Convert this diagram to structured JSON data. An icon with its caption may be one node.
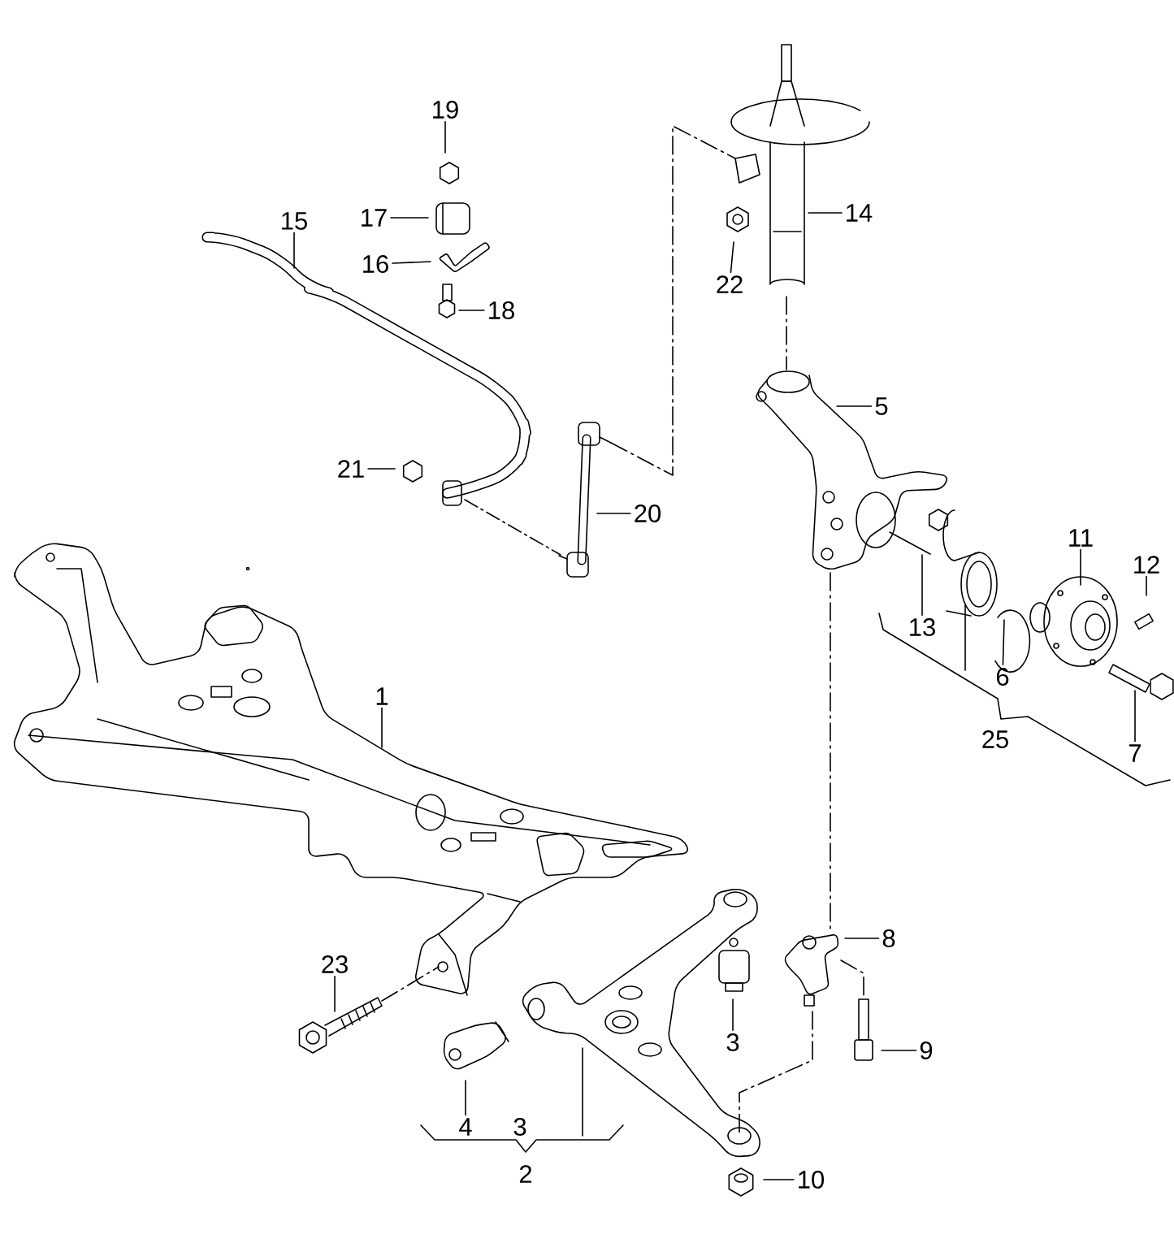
{
  "diagram": {
    "nodes": [
      {
        "text": [
          "19"
        ]
      },
      {
        "text": [
          "15"
        ]
      },
      {
        "text": [
          "17"
        ]
      },
      {
        "text": [
          "16"
        ]
      },
      {
        "text": [
          "18"
        ]
      },
      {
        "text": [
          "14"
        ]
      },
      {
        "text": [
          "22"
        ]
      },
      {
        "text": [
          "5"
        ]
      },
      {
        "text": [
          "21"
        ]
      },
      {
        "text": [
          "20"
        ]
      },
      {
        "text": [
          "11"
        ]
      },
      {
        "text": [
          "12"
        ]
      },
      {
        "text": [
          "13"
        ]
      },
      {
        "text": [
          "6"
        ]
      },
      {
        "text": [
          "7"
        ]
      },
      {
        "text": [
          "1"
        ]
      },
      {
        "text": [
          "8"
        ]
      },
      {
        "text": [
          "23"
        ]
      },
      {
        "text": [
          "3"
        ]
      },
      {
        "text": [
          "9"
        ]
      },
      {
        "text": [
          "4"
        ]
      },
      {
        "text": [
          "10"
        ]
      }
    ],
    "edges": [
      {
        "from": 0,
        "to": null,
        "arrow": "none"
      },
      {
        "from": 1,
        "to": null,
        "arrow": "none"
      },
      {
        "from": 2,
        "to": null,
        "arrow": "none"
      },
      {
        "from": 3,
        "to": null,
        "arrow": "none"
      },
      {
        "from": 4,
        "to": null,
        "arrow": "none"
      },
      {
        "from": 5,
        "to": null,
        "arrow": "none"
      },
      {
        "from": 6,
        "to": null,
        "arrow": "none"
      },
      {
        "from": 7,
        "to": null,
        "arrow": "none"
      },
      {
        "from": 8,
        "to": null,
        "arrow": "none"
      },
      {
        "from": 9,
        "to": null,
        "arrow": "none"
      },
      {
        "from": 10,
        "to": null,
        "arrow": "none"
      },
      {
        "from": 11,
        "to": null,
        "arrow": "none"
      },
      {
        "from": 12,
        "to": null,
        "arrow": "none"
      },
      {
        "from": 13,
        "to": null,
        "arrow": "none"
      },
      {
        "from": 14,
        "to": null,
        "arrow": "none"
      },
      {
        "from": 15,
        "to": null,
        "arrow": "none"
      },
      {
        "from": 16,
        "to": null,
        "arrow": "none"
      },
      {
        "from": 17,
        "to": null,
        "arrow": "none"
      },
      {
        "from": 18,
        "to": null,
        "arrow": "none"
      },
      {
        "from": 19,
        "to": null,
        "arrow": "none"
      },
      {
        "from": 20,
        "to": null,
        "arrow": "none"
      },
      {
        "from": 21,
        "to": null,
        "arrow": "none"
      }
    ],
    "labels": [
      "25",
      "3",
      "2"
    ]
  }
}
